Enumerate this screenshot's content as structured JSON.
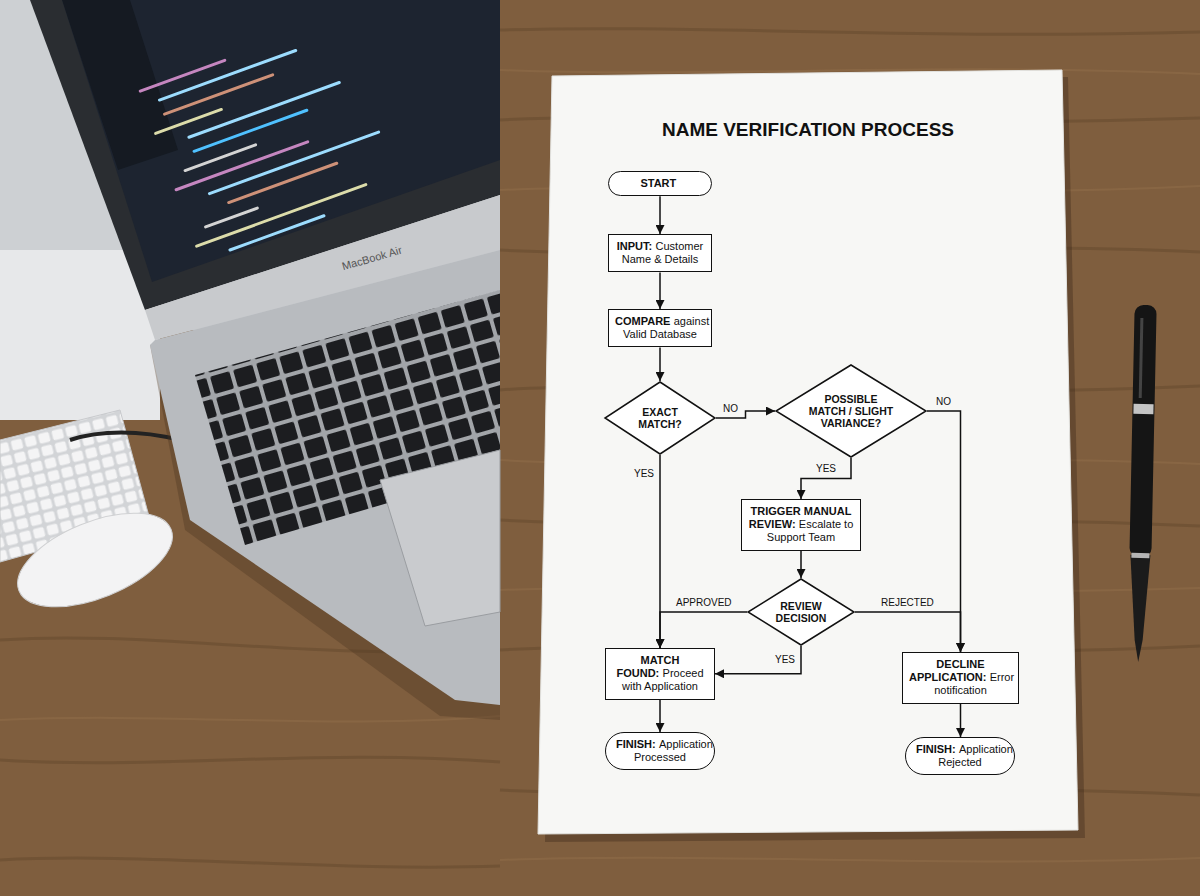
{
  "diagram": {
    "title": "NAME VERIFICATION PROCESS",
    "nodes": [
      {
        "text": [
          "START"
        ]
      },
      {
        "text": [
          "INPUT:",
          "Customer Name & Details"
        ]
      },
      {
        "text": [
          "COMPARE",
          "against Valid Database"
        ]
      },
      {
        "text": [
          "EXACT MATCH?"
        ]
      },
      {
        "text": [
          "POSSIBLE MATCH / SLIGHT VARIANCE?"
        ]
      },
      {
        "text": [
          "TRIGGER MANUAL REVIEW:",
          "Escalate to Support Team"
        ]
      },
      {
        "text": [
          "REVIEW DECISION"
        ]
      },
      {
        "text": [
          "MATCH FOUND:",
          "Proceed with Application"
        ]
      },
      {
        "text": [
          "DECLINE APPLICATION:",
          "Error notification"
        ]
      },
      {
        "text": [
          "FINISH:",
          "Application Processed"
        ]
      },
      {
        "text": [
          "FINISH:",
          "Application Rejected"
        ]
      }
    ],
    "edges": [
      {
        "from": 0,
        "to": 1,
        "arrow": "to"
      },
      {
        "from": 1,
        "to": 2,
        "arrow": "to"
      },
      {
        "from": 2,
        "to": 3,
        "arrow": "to"
      },
      {
        "from": 3,
        "to": 4,
        "label": "NO",
        "arrow": "to"
      },
      {
        "from": 3,
        "to": 7,
        "label": "YES",
        "arrow": "to"
      },
      {
        "from": 4,
        "to": 5,
        "label": "YES",
        "arrow": "to"
      },
      {
        "from": 4,
        "to": 8,
        "label": "NO",
        "arrow": "to"
      },
      {
        "from": 5,
        "to": 6,
        "arrow": "to"
      },
      {
        "from": 6,
        "to": 7,
        "label": "APPROVED",
        "arrow": "to"
      },
      {
        "from": 6,
        "to": 7,
        "label": "YES",
        "arrow": "to"
      },
      {
        "from": 6,
        "to": 8,
        "label": "REJECTED",
        "arrow": "to"
      },
      {
        "from": 7,
        "to": 9,
        "arrow": "to"
      },
      {
        "from": 8,
        "to": 10,
        "arrow": "to"
      }
    ],
    "labels": [
      "MacBook Air"
    ]
  }
}
